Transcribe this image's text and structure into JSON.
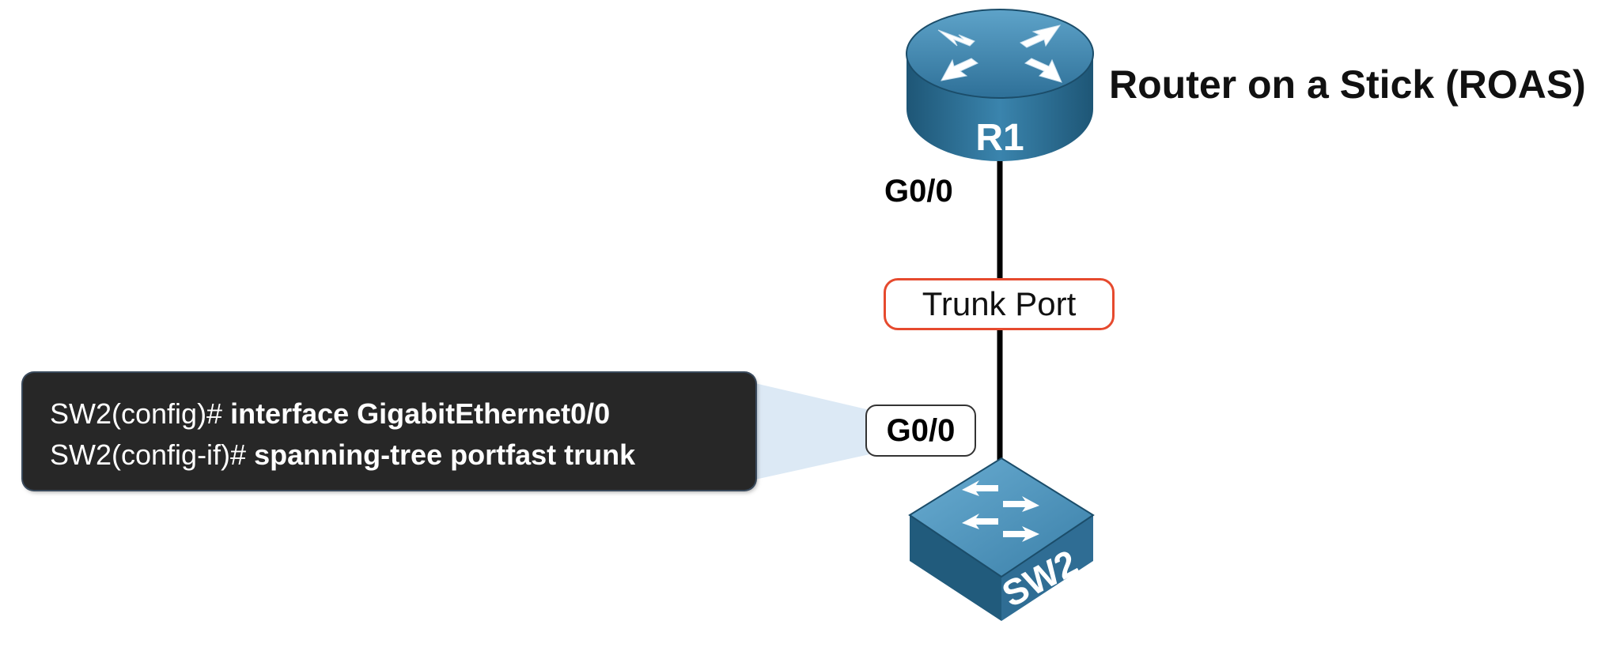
{
  "diagram": {
    "title": "Router on a Stick (ROAS)",
    "router": {
      "label": "R1",
      "icon": "router-icon"
    },
    "switch": {
      "label": "SW2",
      "icon": "switch-icon"
    },
    "link": {
      "top_interface": "G0/0",
      "bottom_interface": "G0/0",
      "port_type": "Trunk Port"
    },
    "cli": {
      "lines": [
        {
          "prompt": "SW2(config)# ",
          "command": "interface GigabitEthernet0/0"
        },
        {
          "prompt": "SW2(config-if)# ",
          "command": "spanning-tree portfast trunk"
        }
      ]
    },
    "colors": {
      "device_blue": "#2f6d94",
      "trunk_border": "#e64a2e",
      "callout_fill": "#dce9f5",
      "cli_background": "#272727"
    }
  }
}
